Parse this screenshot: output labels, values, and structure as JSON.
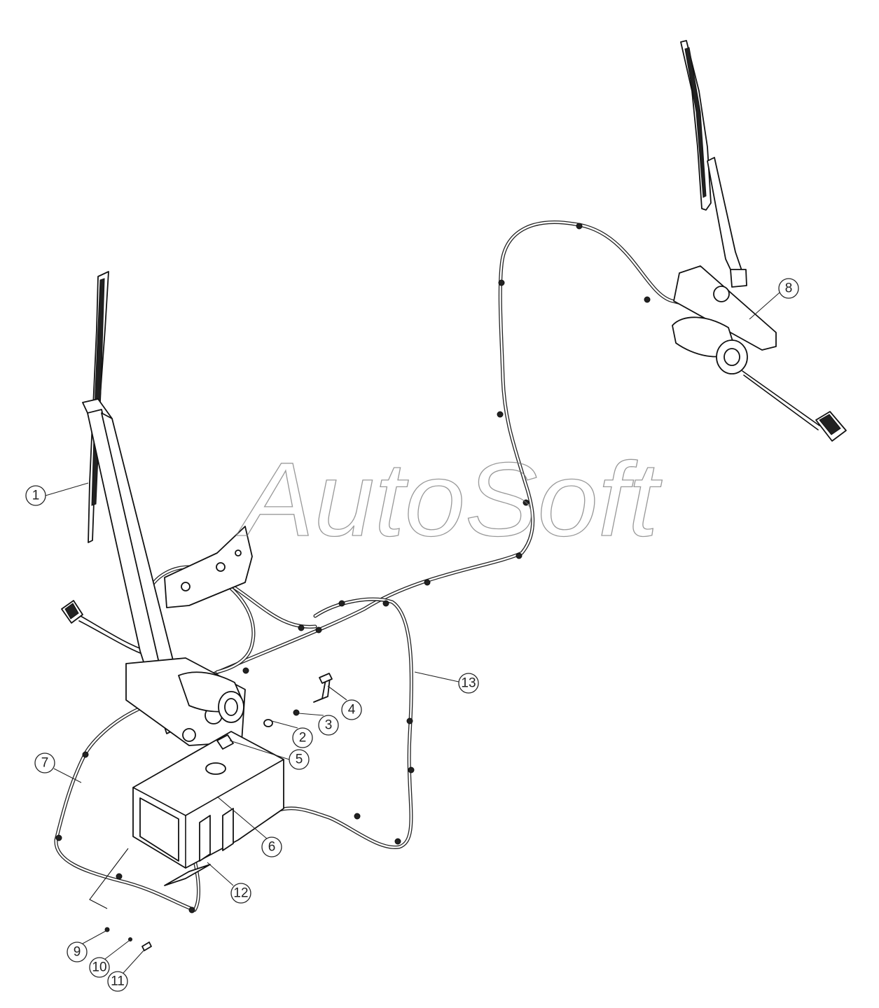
{
  "watermark": "AutoSoft",
  "callouts": [
    {
      "label": "1"
    },
    {
      "label": "2"
    },
    {
      "label": "3"
    },
    {
      "label": "4"
    },
    {
      "label": "5"
    },
    {
      "label": "6"
    },
    {
      "label": "7"
    },
    {
      "label": "8"
    },
    {
      "label": "9"
    },
    {
      "label": "10"
    },
    {
      "label": "11"
    },
    {
      "label": "12"
    },
    {
      "label": "13"
    }
  ]
}
